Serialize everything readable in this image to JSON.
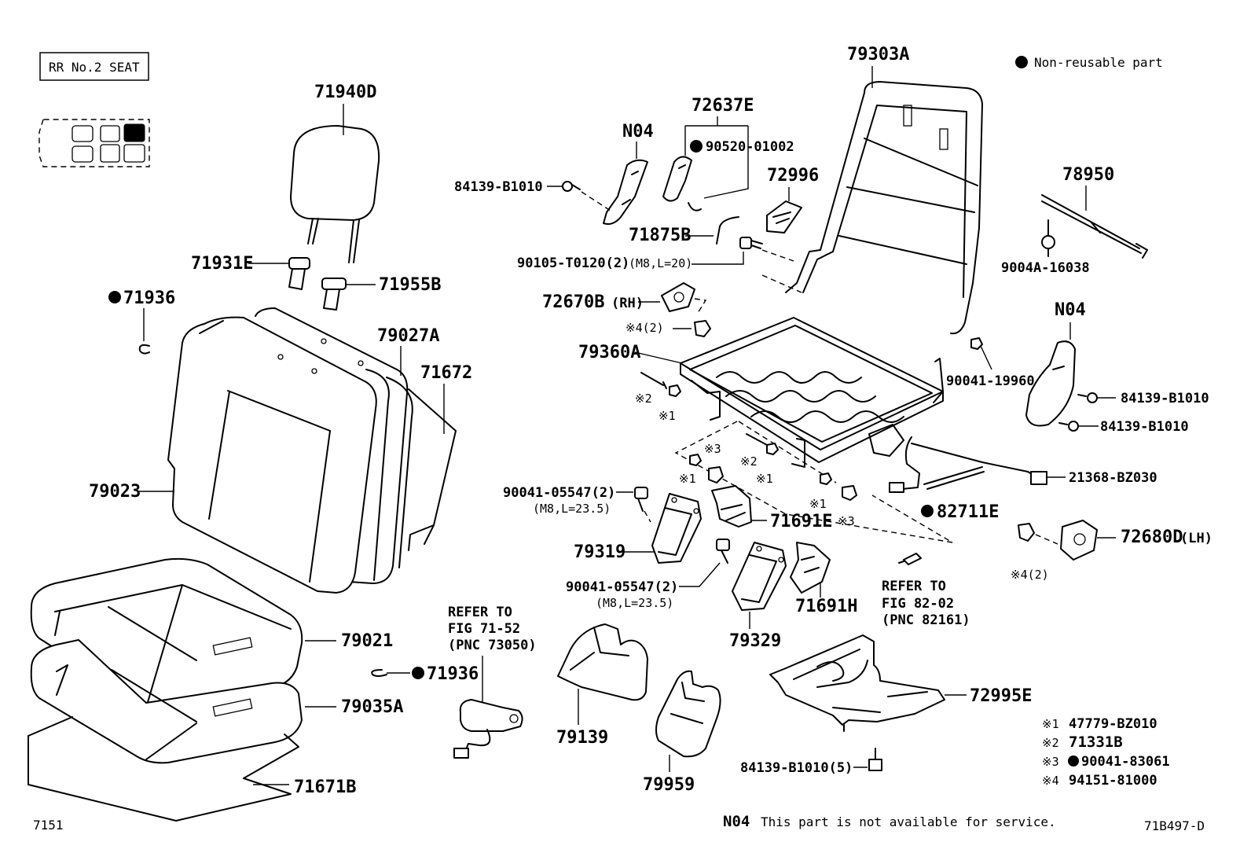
{
  "header": {
    "section_box": "RR No.2 SEAT",
    "legend": "Non-reusable part"
  },
  "labels": {
    "p71940D": "71940D",
    "p71931E": "71931E",
    "p71955B": "71955B",
    "p71936a": "71936",
    "p79027A": "79027A",
    "p71672": "71672",
    "p79023": "79023",
    "p79021": "79021",
    "p71936b": "71936",
    "p79035A": "79035A",
    "p71671B": "71671B",
    "n04a": "N04",
    "p84139a": "84139-B1010",
    "p72637E": "72637E",
    "p90520": "90520-01002",
    "p72996": "72996",
    "p71875B": "71875B",
    "p90105a": "90105-T0120(2)",
    "p90105b": "(M8,L=20)",
    "p72670Ba": "72670B",
    "p72670Bb": "(RH)",
    "x4a": "※4(2)",
    "p79360A": "79360A",
    "p79303A": "79303A",
    "p78950": "78950",
    "p9004A": "9004A-16038",
    "n04b": "N04",
    "p90041a": "90041-19960",
    "p84139b": "84139-B1010",
    "p84139c": "84139-B1010",
    "p21368": "21368-BZ030",
    "p82711E": "82711E",
    "p72680Da": "72680D",
    "p72680Db": "(LH)",
    "x4b": "※4(2)",
    "x2a": "※2",
    "x1a": "※1",
    "x3a": "※3",
    "x2b": "※2",
    "x1b": "※1",
    "x1c": "※1",
    "x1d": "※1",
    "x3b": "※3",
    "p90041b1": "90041-05547(2)",
    "p90041b2": "(M8,L=23.5)",
    "p71691E": "71691E",
    "p79319": "79319",
    "p90041c1": "90041-05547(2)",
    "p90041c2": "(M8,L=23.5)",
    "p71691H": "71691H",
    "p79329": "79329",
    "refer_a1": "REFER TO",
    "refer_a2": "FIG 82-02",
    "refer_a3": "(PNC 82161)",
    "refer_b1": "REFER TO",
    "refer_b2": "FIG 71-52",
    "refer_b3": "(PNC 73050)",
    "p79139": "79139",
    "p79959": "79959",
    "p72995E": "72995E",
    "p84139d": "84139-B1010(5)"
  },
  "notes": [
    {
      "mark": "※1",
      "part": "47779-BZ010",
      "nonreusable": false
    },
    {
      "mark": "※2",
      "part": "71331B",
      "nonreusable": false
    },
    {
      "mark": "※3",
      "part": "90041-83061",
      "nonreusable": true
    },
    {
      "mark": "※4",
      "part": "94151-81000",
      "nonreusable": false
    }
  ],
  "footer": {
    "left_code": "7151",
    "n04_code": "N04",
    "n04_text": "This part is not available for service.",
    "figure_code": "71B497-D"
  },
  "colors": {
    "ink": "#000000",
    "paper": "#ffffff"
  }
}
